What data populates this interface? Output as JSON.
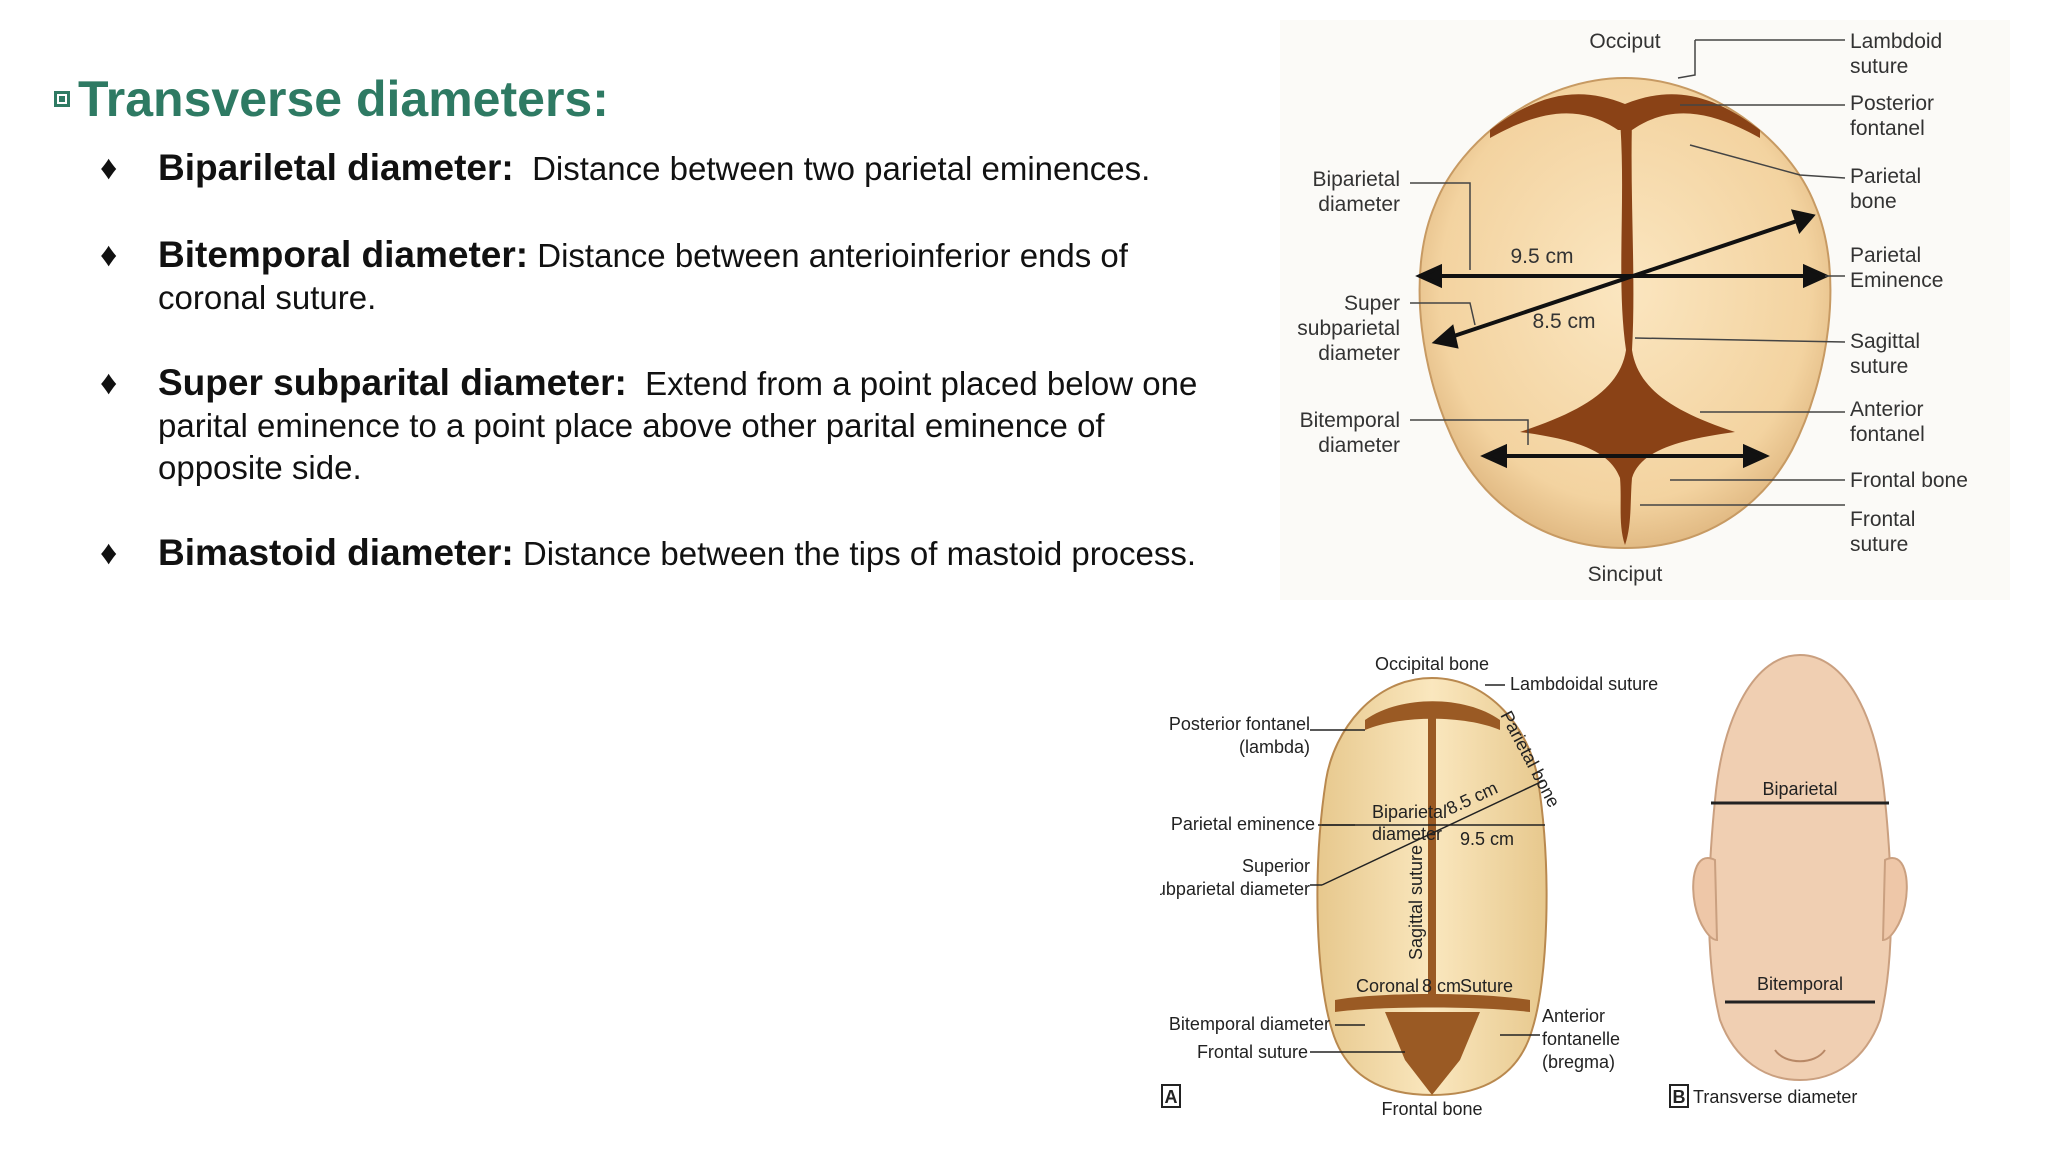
{
  "slide": {
    "title": "Transverse diameters:",
    "bullets": [
      {
        "term": "Bipariletal diameter:",
        "desc": "Distance between two parietal eminences."
      },
      {
        "term": "Bitemporal diameter:",
        "desc": "Distance between anterioinferior ends of coronal suture."
      },
      {
        "term": "Super subparital diameter:",
        "desc": "Extend from a point placed below one parital eminence to a point place above other parital eminence of opposite side."
      },
      {
        "term": "Bimastoid diameter:",
        "desc": "Distance between the tips of  mastoid process."
      }
    ]
  },
  "figure_top": {
    "occiput": "Occiput",
    "sinciput": "Sinciput",
    "measure_a": "9.5 cm",
    "measure_b": "8.5 cm",
    "left_labels": {
      "biparietal_1": "Biparietal",
      "biparietal_2": "diameter",
      "super_1": "Super",
      "super_2": "subparietal",
      "super_3": "diameter",
      "bitemporal_1": "Bitemporal",
      "bitemporal_2": "diameter"
    },
    "right_labels": {
      "lambdoid_1": "Lambdoid",
      "lambdoid_2": "suture",
      "post_font_1": "Posterior",
      "post_font_2": "fontanel",
      "parietal_bone_1": "Parietal",
      "parietal_bone_2": "bone",
      "parietal_em_1": "Parietal",
      "parietal_em_2": "Eminence",
      "sagittal_1": "Sagittal",
      "sagittal_2": "suture",
      "ant_font_1": "Anterior",
      "ant_font_2": "fontanel",
      "frontal_bone": "Frontal bone",
      "frontal_suture_1": "Frontal",
      "frontal_suture_2": "suture"
    }
  },
  "figure_a": {
    "panel_letter": "A",
    "occipital_bone": "Occipital bone",
    "lambdoidal_suture": "Lambdoidal suture",
    "parietal_bone": "Parietal bone",
    "posterior_fontanel_1": "Posterior fontanel",
    "posterior_fontanel_2": "(lambda)",
    "parietal_eminence": "Parietal eminence",
    "biparietal_1": "Biparietal",
    "biparietal_2": "diameter",
    "superior_1": "Superior",
    "superior_2": "subparietal diameter",
    "sagittal_suture": "Sagittal suture",
    "measure_85": "8.5 cm",
    "measure_95": "9.5 cm",
    "coronal": "Coronal",
    "measure_8": "8 cm",
    "suture": "Suture",
    "bitemporal_diameter": "Bitemporal diameter",
    "frontal_suture": "Frontal suture",
    "anterior_1": "Anterior",
    "anterior_2": "fontanelle",
    "anterior_3": "(bregma)",
    "frontal_bone": "Frontal bone"
  },
  "figure_b": {
    "panel_letter": "B",
    "biparietal": "Biparietal",
    "bitemporal": "Bitemporal",
    "caption": "Transverse diameter"
  },
  "colors": {
    "title": "#2e7a63",
    "skull": "#f3d7a6",
    "suture": "#7a3a12"
  }
}
